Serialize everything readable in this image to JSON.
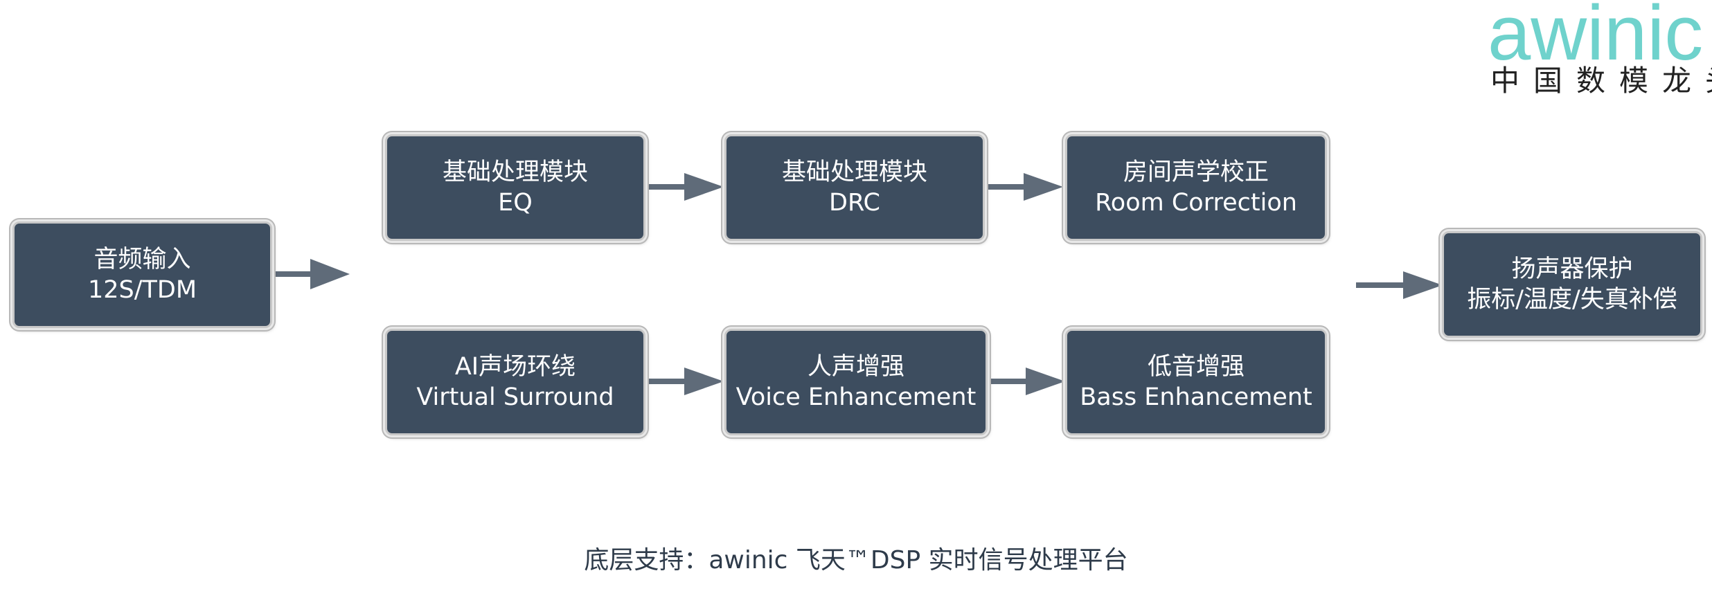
{
  "logo": {
    "wordmark": "awinic",
    "tagline": "中国数模龙头"
  },
  "blocks": {
    "input": {
      "line1": "音频输入",
      "line2": "12S/TDM"
    },
    "eq": {
      "line1": "基础处理模块",
      "line2": "EQ"
    },
    "drc": {
      "line1": "基础处理模块",
      "line2": "DRC"
    },
    "room": {
      "line1": "房间声学校正",
      "line2": "Room Correction"
    },
    "surround": {
      "line1": "AI声场环绕",
      "line2": "Virtual Surround"
    },
    "voice": {
      "line1": "人声增强",
      "line2": "Voice Enhancement"
    },
    "bass": {
      "line1": "低音增强",
      "line2": "Bass Enhancement"
    },
    "protect": {
      "line1": "扬声器保护",
      "line2": "振标/温度/失真补偿"
    }
  },
  "footer": "底层支持：awinic 飞天™DSP 实时信号处理平台",
  "colors": {
    "block_fill": "#3d4d5f",
    "arrow": "#5f6b79",
    "logo_accent": "#6fd2cc"
  }
}
